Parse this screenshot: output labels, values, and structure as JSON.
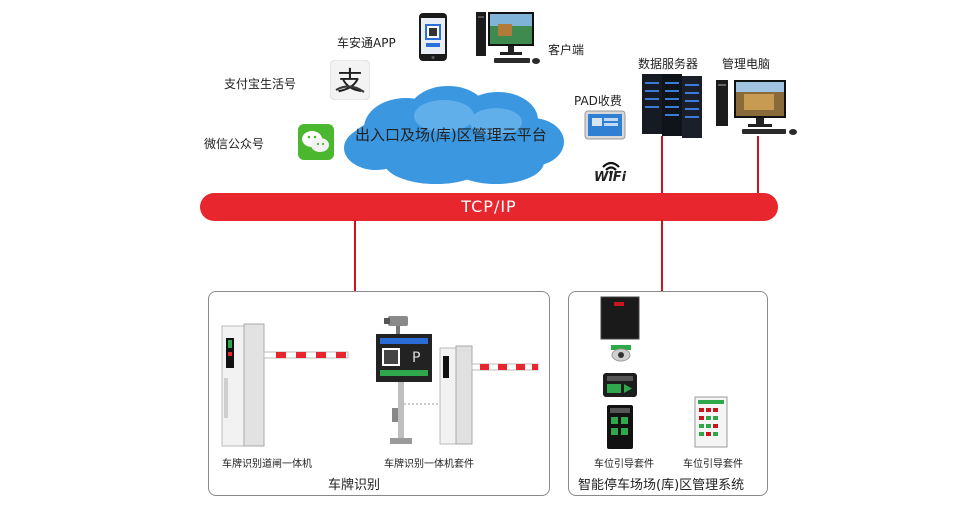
{
  "top": {
    "app_label": "车安通APP",
    "client_label": "客户端",
    "alipay_label": "支付宝生活号",
    "wechat_label": "微信公众号",
    "cloud_label": "出入口及场(库)区管理云平台",
    "pad_label": "PAD收费",
    "wifi_label": "WiFi",
    "server_label": "数据服务器",
    "pc_label": "管理电脑"
  },
  "bus": {
    "label": "TCP/IP",
    "color": "#e8262d"
  },
  "left_panel": {
    "title": "车牌识别",
    "item1_label": "车牌识别道闸一体机",
    "item2_label": "车牌识别一体机套件"
  },
  "right_panel": {
    "title": "智能停车场场(库)区管理系统",
    "item1_label": "车位引导套件",
    "item2_label": "车位引导套件"
  }
}
